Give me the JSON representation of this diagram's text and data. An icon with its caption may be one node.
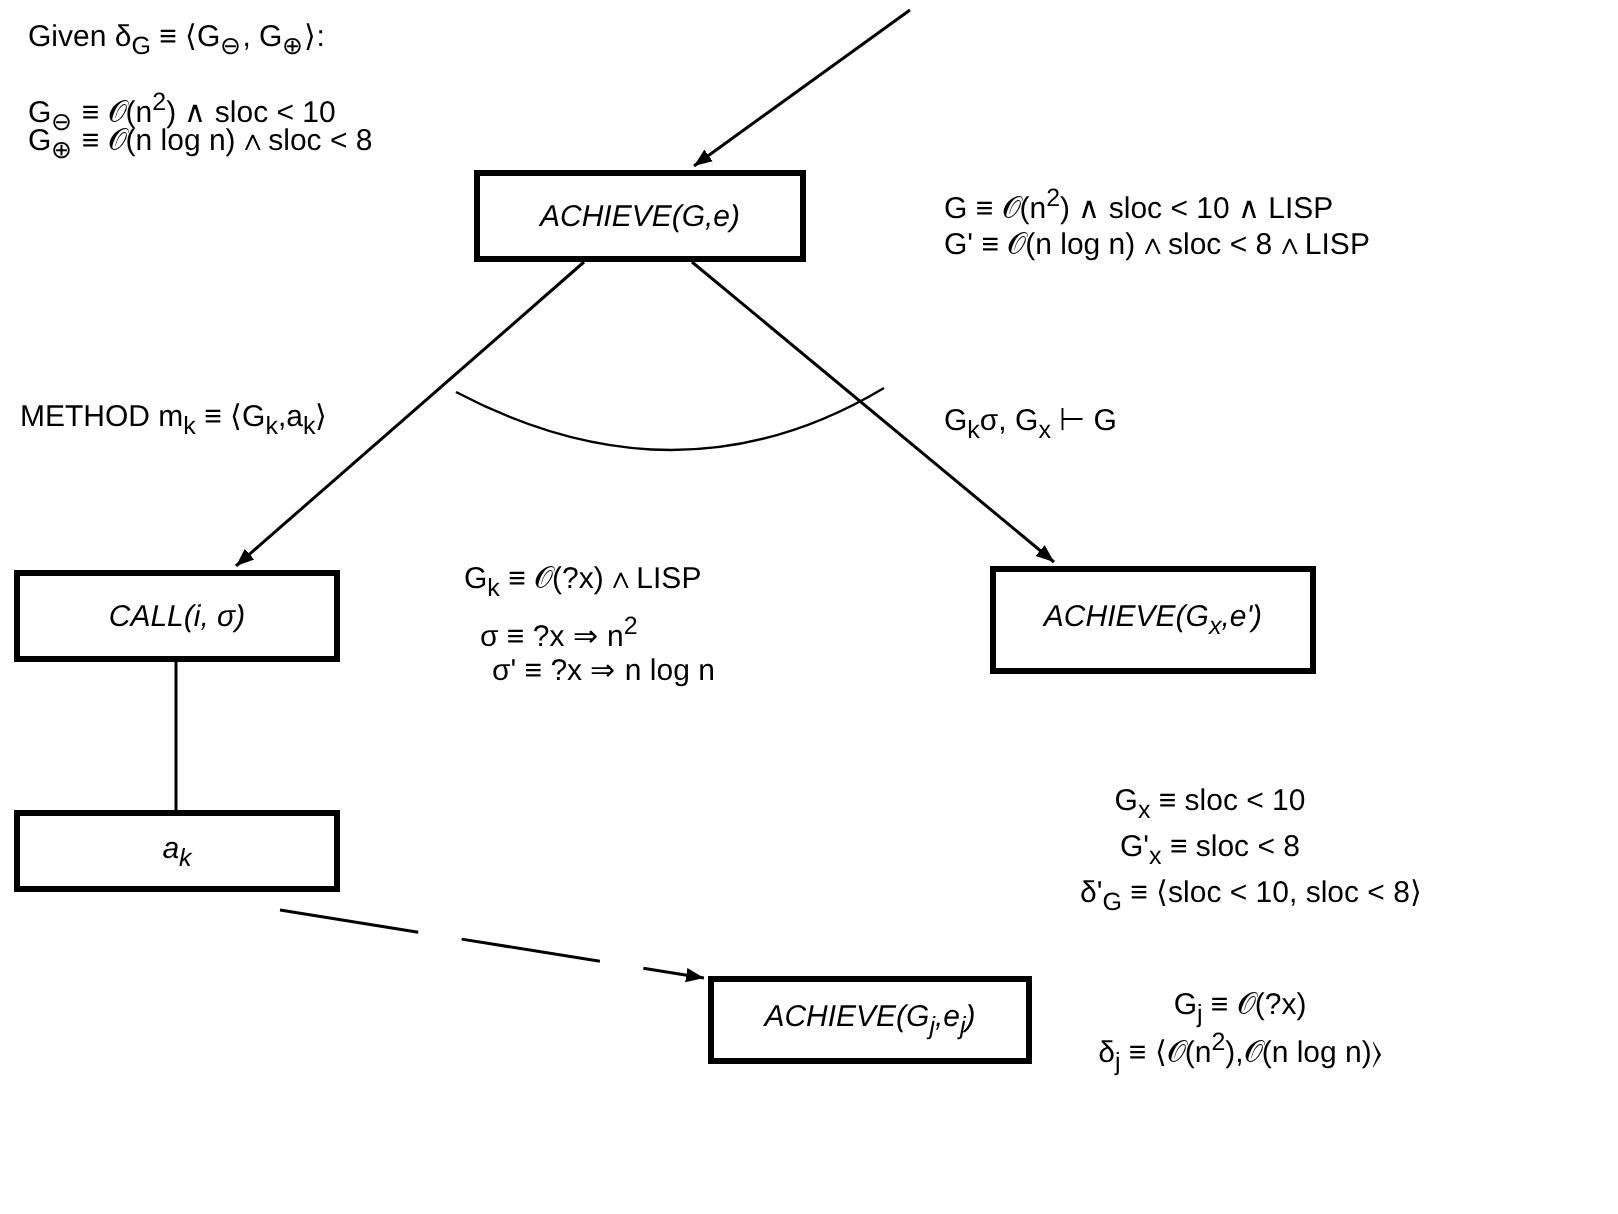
{
  "diagram": {
    "nodes": [
      {
        "text": [
          "ACHIEVE(G,e)"
        ],
        "beside": [
          "G ≡ 𝒪(n$^{2}$) ∧ sloc < 10 ∧ LISP",
          "G' ≡ 𝒪(n log n) ∧ sloc < 8 ∧ LISP"
        ]
      },
      {
        "text": [
          "CALL(i, σ)"
        ],
        "beside": [
          "G$_{k}$ ≡ 𝒪(?x) ∧ LISP",
          "σ ≡ ?x ⇒ n$^{2}$",
          "σ' ≡ ?x ⇒ n log n"
        ]
      },
      {
        "text": [
          "ACHIEVE(G$_{x}$,e')"
        ],
        "beside": [
          "G$_{x}$ ≡ sloc < 10",
          "G'$_{x}$ ≡ sloc < 8",
          "δ'$_{G}$ ≡ ⟨sloc < 10, sloc < 8⟩"
        ]
      },
      {
        "text": [
          "a$_{k}$"
        ]
      },
      {
        "text": [
          "ACHIEVE(G$_{j}$,e$_{j}$)"
        ],
        "beside": [
          "G$_{j}$ ≡ 𝒪(?x)",
          "δ$_{j}$ ≡ ⟨𝒪(n$^{2}$),𝒪(n log n)⟩"
        ]
      }
    ],
    "edges": [
      {
        "from": null,
        "to": 0,
        "arrow": "to"
      },
      {
        "from": 0,
        "to": 1,
        "arrow": "to",
        "label": "METHOD m$_{k}$ ≡ ⟨G$_{k}$,a$_{k}$⟩"
      },
      {
        "from": 0,
        "to": 2,
        "arrow": "to",
        "label": "G$_{k}$σ, G$_{x}$ ⊢ G"
      },
      {
        "from": 1,
        "to": 3,
        "arrow": "none"
      },
      {
        "from": 3,
        "to": 4,
        "arrow": "to",
        "style": "dashed"
      }
    ],
    "labels": [
      "Given δ$_{G}$ ≡ ⟨G$_{⊖}$, G$_{⊕}$⟩:",
      "G$_{⊖}$ ≡ 𝒪(n$^{2}$) ∧ sloc < 10",
      "G$_{⊕}$ ≡ 𝒪(n log n) ∧ sloc < 8"
    ]
  }
}
